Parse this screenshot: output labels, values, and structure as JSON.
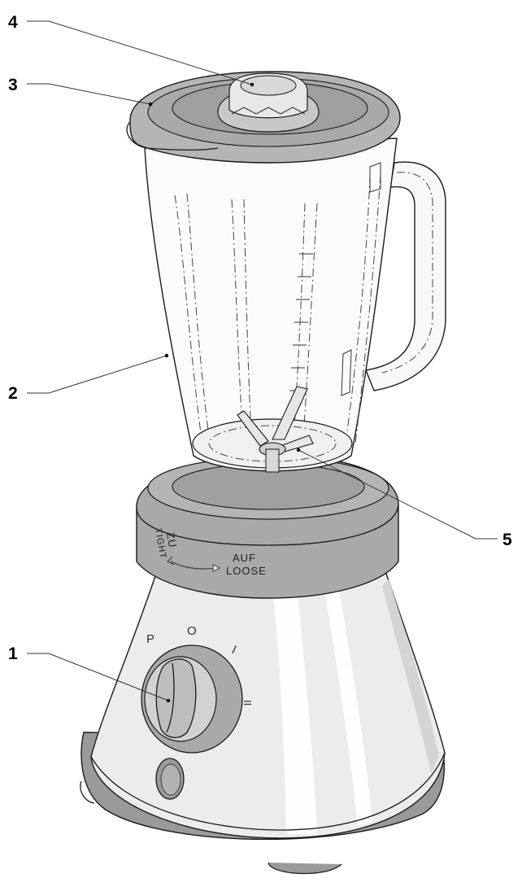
{
  "callouts": [
    {
      "label": "1"
    },
    {
      "label": "2"
    },
    {
      "label": "3"
    },
    {
      "label": "4"
    },
    {
      "label": "5"
    }
  ],
  "base_markings": {
    "tight_de": "ZU",
    "tight_en": "TIGHT",
    "loose_de": "AUF",
    "loose_en": "LOOSE"
  },
  "dial_positions": {
    "pulse": "P",
    "off": "O",
    "speed1": "I",
    "speed2": "II"
  },
  "colors": {
    "base_gray": "#a7a7a7",
    "base_dark": "#8f8f8f",
    "steel": "#e9e9e9",
    "outline": "#1a1a1a"
  }
}
